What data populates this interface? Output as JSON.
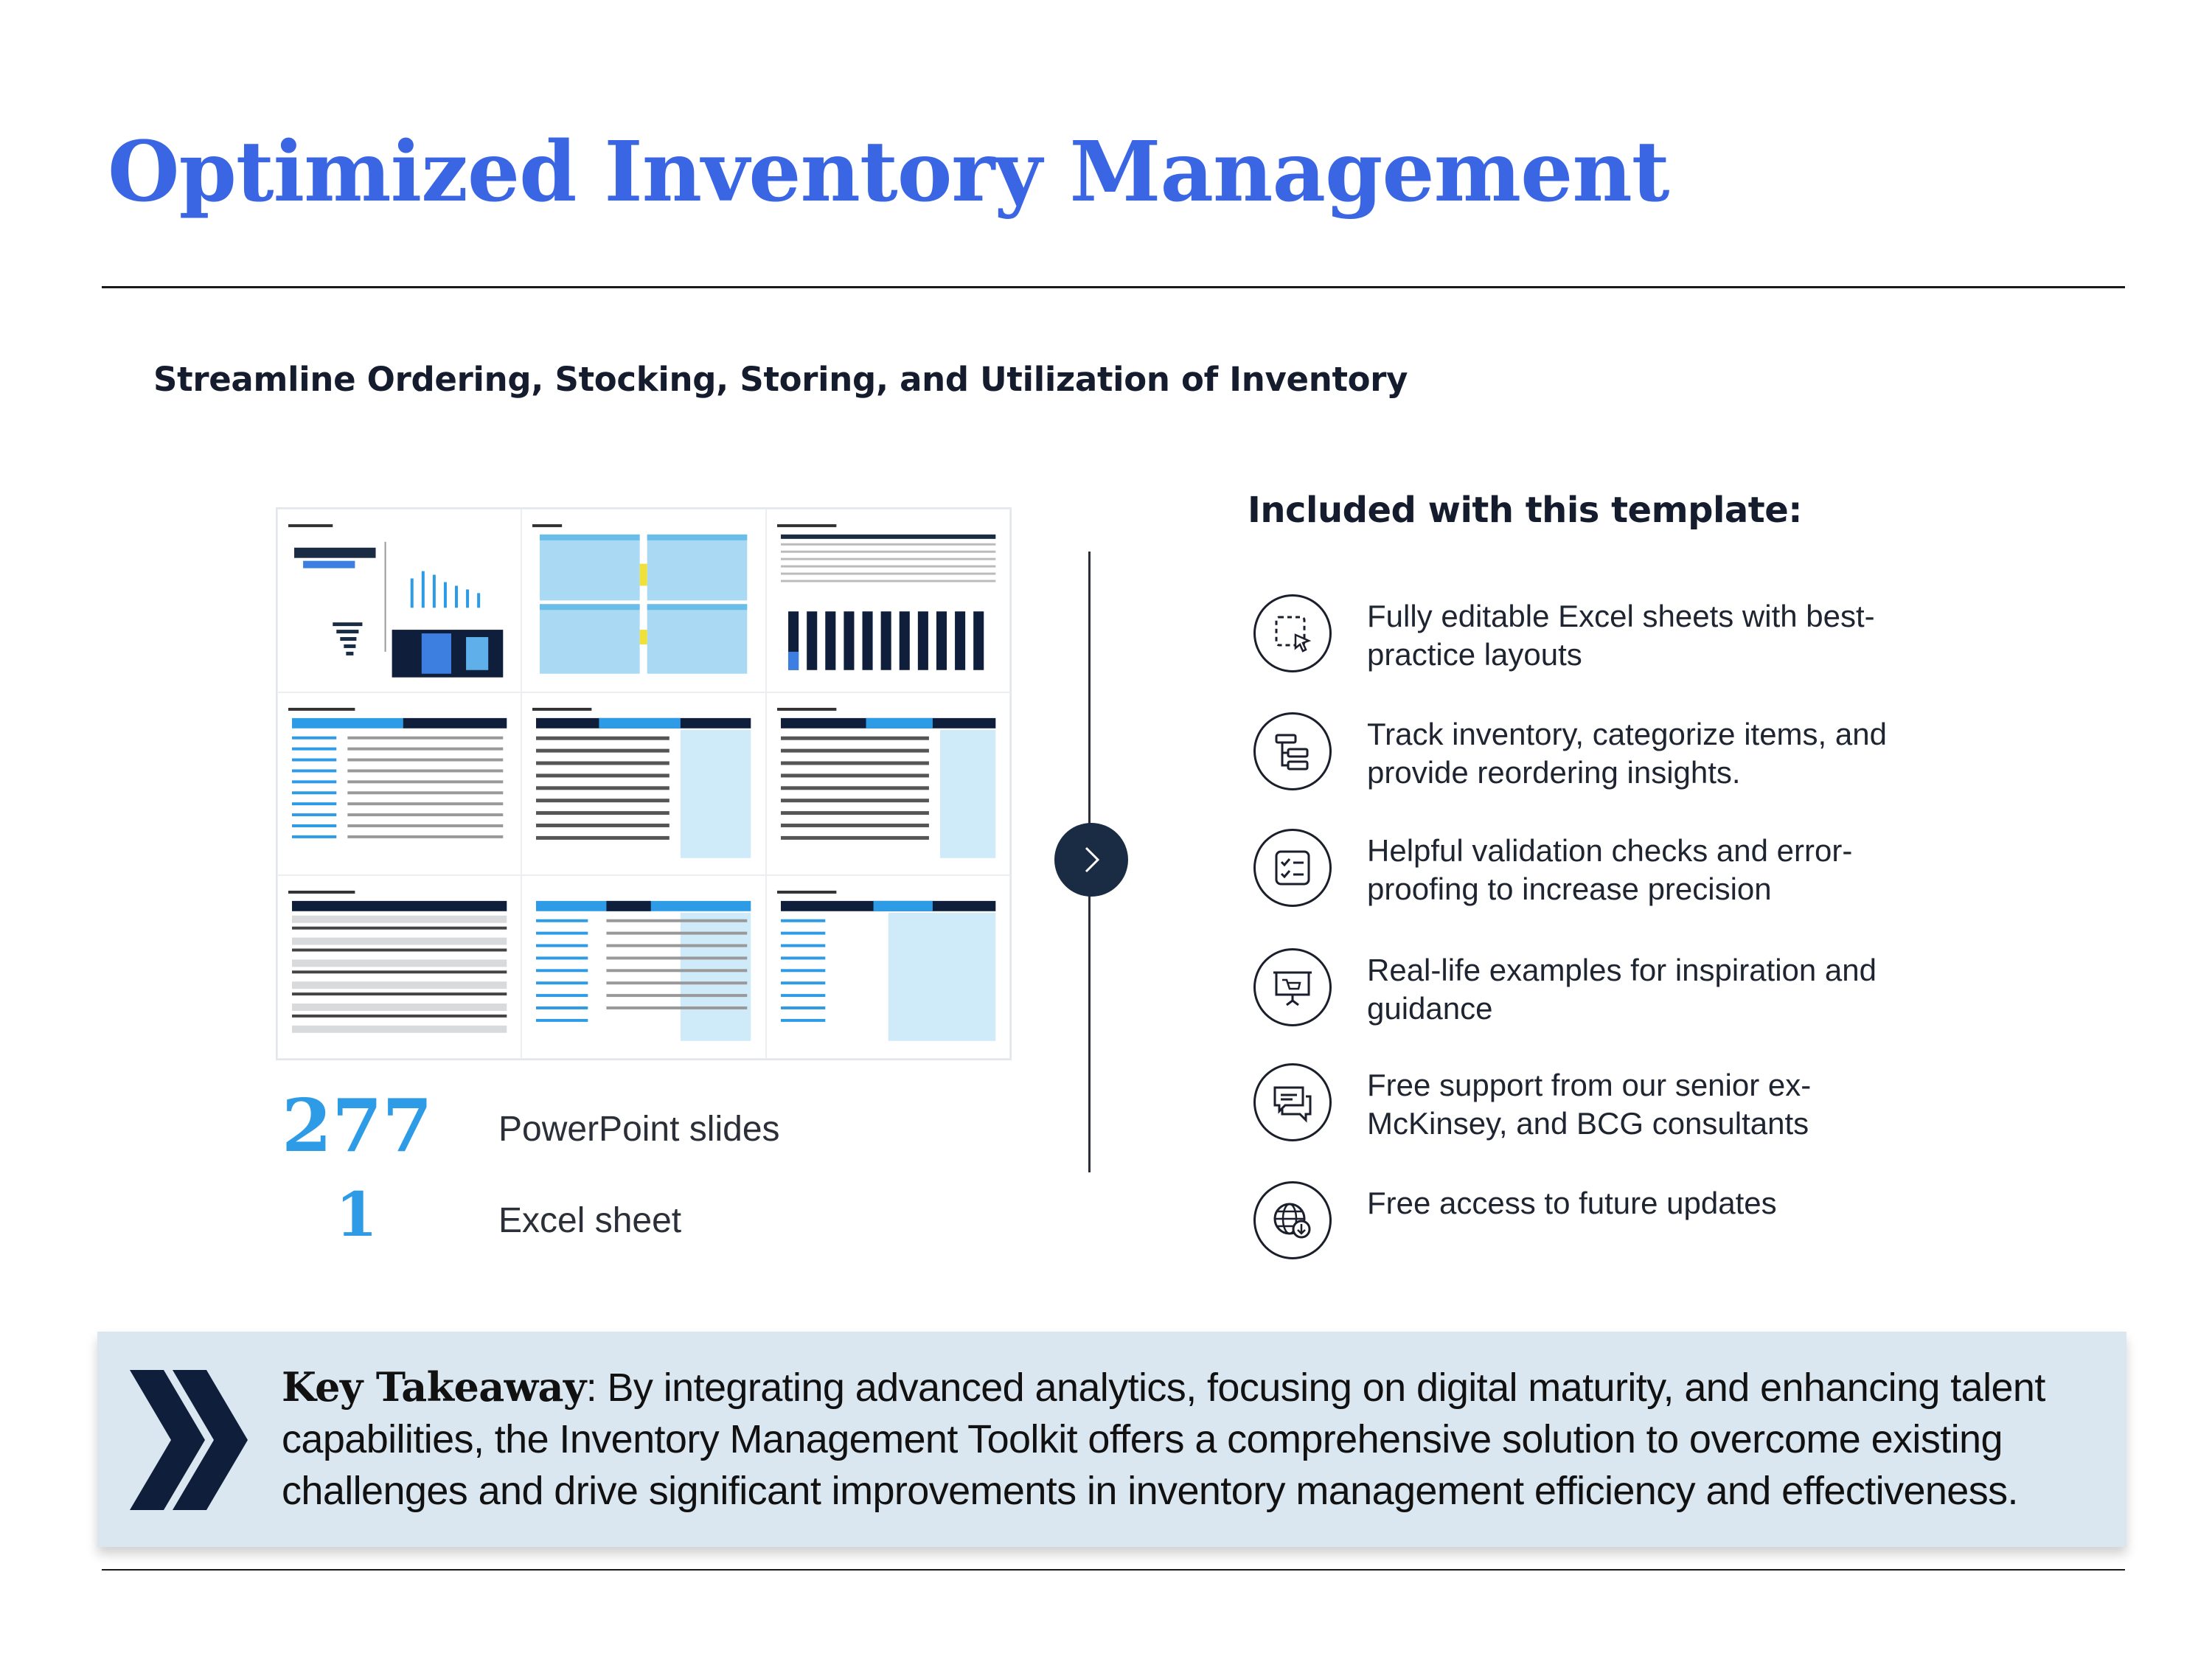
{
  "title": "Optimized Inventory Management",
  "subtitle": "Streamline Ordering, Stocking, Storing, and Utilization of Inventory",
  "stats": [
    {
      "value": "277",
      "label": "PowerPoint slides"
    },
    {
      "value": "1",
      "label": "Excel sheet"
    }
  ],
  "included": {
    "heading": "Included with this template:",
    "items": [
      {
        "icon": "editable-select-icon",
        "text": "Fully editable Excel sheets with best-practice layouts"
      },
      {
        "icon": "hierarchy-icon",
        "text": "Track inventory, categorize items, and provide reordering insights."
      },
      {
        "icon": "checklist-icon",
        "text": "Helpful validation checks and error-proofing to increase precision"
      },
      {
        "icon": "presentation-icon",
        "text": "Real-life examples for inspiration and guidance"
      },
      {
        "icon": "chat-support-icon",
        "text": "Free support from our senior ex-McKinsey, and BCG consultants"
      },
      {
        "icon": "globe-download-icon",
        "text": "Free access to future updates"
      }
    ]
  },
  "takeaway": {
    "label": "Key Takeaway",
    "text": "By integrating advanced analytics, focusing on digital maturity, and enhancing talent capabilities, the Inventory Management Toolkit offers a comprehensive solution to overcome existing challenges and drive significant improvements in inventory management efficiency and effectiveness."
  },
  "colors": {
    "title": "#3a66e4",
    "count": "#2e9be6",
    "navy": "#1a2b44",
    "takeaway_bg": "#dbe7f0"
  }
}
